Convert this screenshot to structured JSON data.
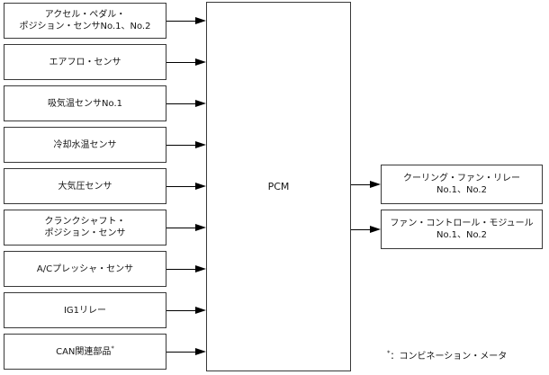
{
  "diagram": {
    "inputs": [
      {
        "line1": "アクセル・ペダル・",
        "line2": "ポジション・センサNo.1、No.2",
        "sup": ""
      },
      {
        "line1": "エアフロ・センサ",
        "line2": "",
        "sup": ""
      },
      {
        "line1": "吸気温センサNo.1",
        "line2": "",
        "sup": ""
      },
      {
        "line1": "冷却水温センサ",
        "line2": "",
        "sup": ""
      },
      {
        "line1": "大気圧センサ",
        "line2": "",
        "sup": ""
      },
      {
        "line1": "クランクシャフト・",
        "line2": "ポジション・センサ",
        "sup": ""
      },
      {
        "line1": "A/Cプレッシャ・センサ",
        "line2": "",
        "sup": ""
      },
      {
        "line1": "IG1リレー",
        "line2": "",
        "sup": ""
      },
      {
        "line1": "CAN関連部品",
        "line2": "",
        "sup": "*"
      }
    ],
    "pcm_label": "PCM",
    "outputs": [
      {
        "line1": "クーリング・ファン・リレー",
        "line2": "No.1、No.2"
      },
      {
        "line1": "ファン・コントロール・モジュール",
        "line2": "No.1、No.2"
      }
    ],
    "footnote": {
      "marker": "*",
      "text": "：コンビネーション・メータ"
    }
  }
}
